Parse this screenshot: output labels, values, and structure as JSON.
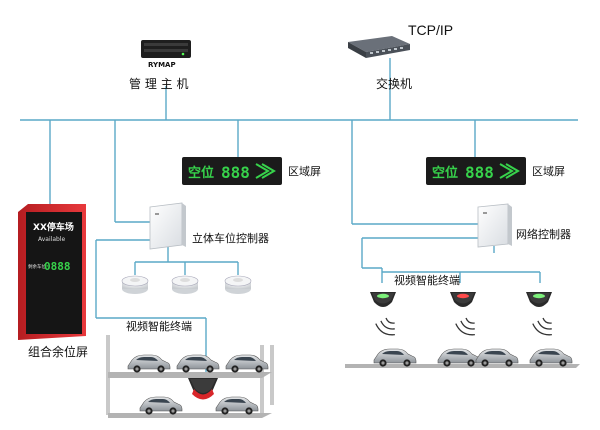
{
  "nodes": {
    "host": {
      "label": "管 理 主 机",
      "brand": "RYMAP"
    },
    "switch": {
      "label": "交换机",
      "protocol": "TCP/IP"
    },
    "zone_screen_left": {
      "label": "区域屏",
      "text": "空位",
      "digits": "888"
    },
    "zone_screen_right": {
      "label": "区域屏",
      "text": "空位",
      "digits": "888"
    },
    "stereo_controller": {
      "label": "立体车位控制器"
    },
    "network_controller": {
      "label": "网络控制器"
    },
    "combo_screen": {
      "label": "组合余位屏",
      "title": "XX停车场",
      "subtitle": "Available",
      "side_text": "剩余车位",
      "digits": "0888"
    },
    "video_terminal_left": {
      "label": "视频智能终端"
    },
    "video_terminal_right": {
      "label": "视频智能终端"
    }
  },
  "colors": {
    "line": "#5aa9c7",
    "led_green": "#37d24b",
    "screen_bg": "#1b1b1b",
    "combo_red": "#d8262a"
  },
  "icons": [
    "server-icon",
    "switch-icon",
    "led-screen-icon",
    "controller-box-icon",
    "camera-icon",
    "car-icon",
    "sensor-wave-icon",
    "lift-parking-icon"
  ]
}
